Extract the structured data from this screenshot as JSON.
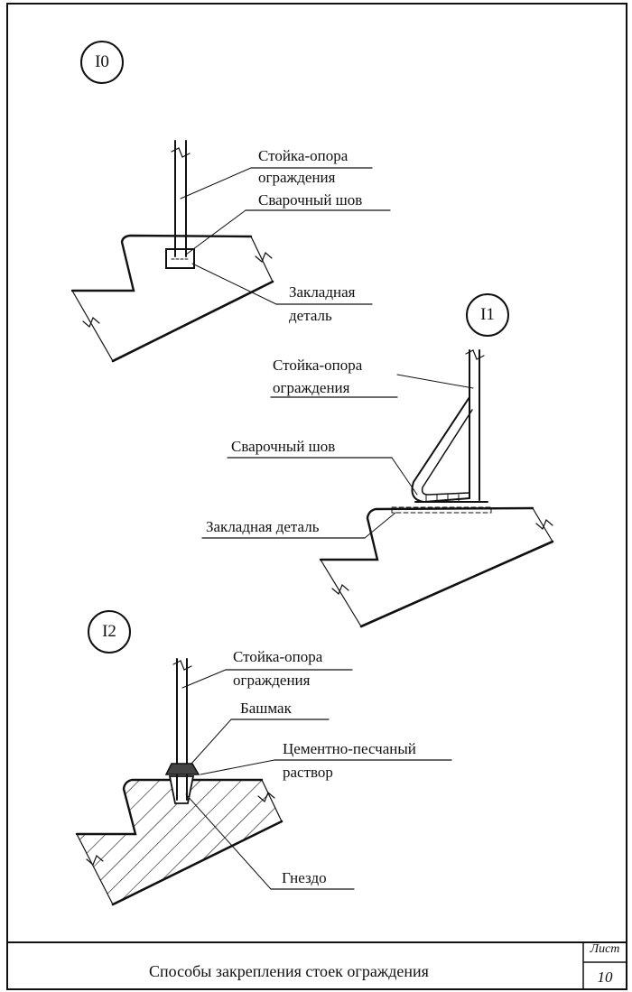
{
  "detail10": {
    "number": "I0",
    "post": [
      "Стойка-опора",
      "ограждения"
    ],
    "weld": "Сварочный шов",
    "embedded": [
      "Закладная",
      "деталь"
    ]
  },
  "detail11": {
    "number": "I1",
    "post": [
      "Стойка-опора",
      "ограждения"
    ],
    "weld": "Сварочный шов",
    "embedded": "Закладная деталь"
  },
  "detail12": {
    "number": "I2",
    "post": [
      "Стойка-опора",
      "ограждения"
    ],
    "shoe": "Башмак",
    "mortar": [
      "Цементно-песчаный",
      "раствор"
    ],
    "socket": "Гнездо"
  },
  "title_block": {
    "title": "Способы закрепления стоек ограждения",
    "sheet_label": "Лист",
    "sheet_number": "10"
  }
}
